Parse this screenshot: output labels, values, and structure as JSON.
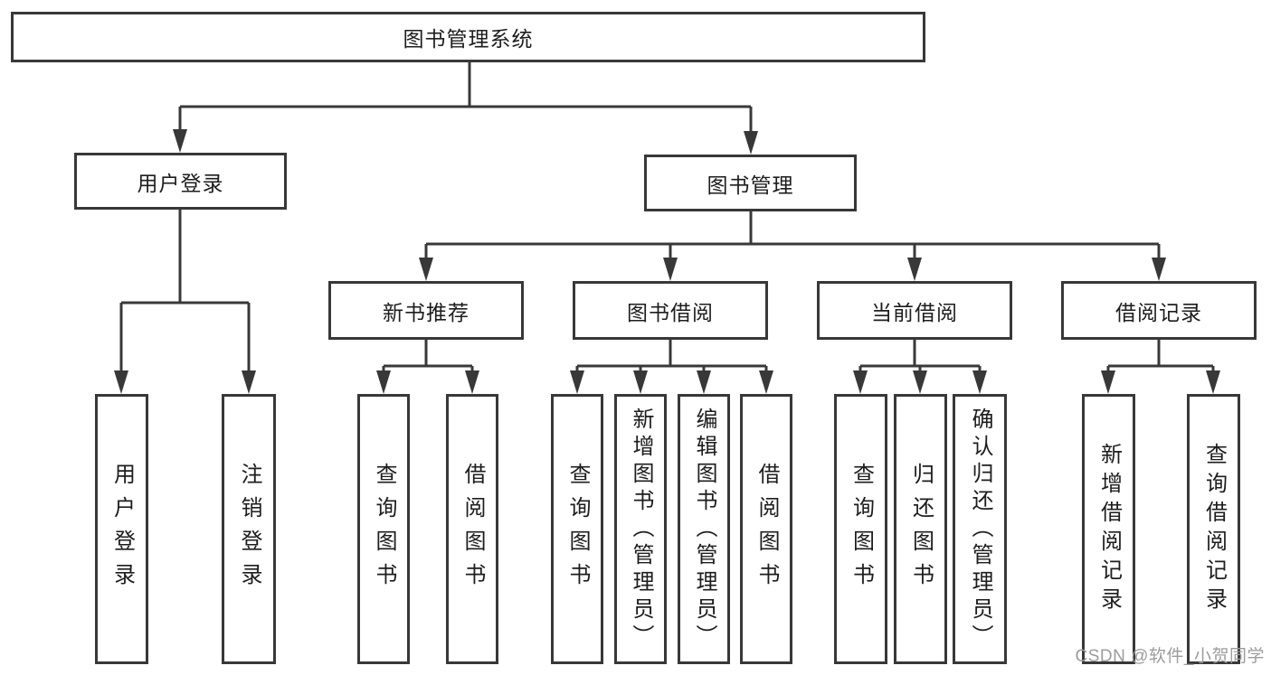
{
  "tree": {
    "root": {
      "label": "图书管理系统",
      "children": [
        {
          "label": "用户登录",
          "children": [
            {
              "label": "用户登录"
            },
            {
              "label": "注销登录"
            }
          ]
        },
        {
          "label": "图书管理",
          "children": [
            {
              "label": "新书推荐",
              "children": [
                {
                  "label": "查询图书"
                },
                {
                  "label": "借阅图书"
                }
              ]
            },
            {
              "label": "图书借阅",
              "children": [
                {
                  "label": "查询图书"
                },
                {
                  "label": "新增图书（管理员）"
                },
                {
                  "label": "编辑图书（管理员）"
                },
                {
                  "label": "借阅图书"
                }
              ]
            },
            {
              "label": "当前借阅",
              "children": [
                {
                  "label": "查询图书"
                },
                {
                  "label": "归还图书"
                },
                {
                  "label": "确认归还（管理员）"
                }
              ]
            },
            {
              "label": "借阅记录",
              "children": [
                {
                  "label": "新增借阅记录"
                },
                {
                  "label": "查询借阅记录"
                }
              ]
            }
          ]
        }
      ]
    }
  },
  "watermark": {
    "text": "CSDN @软件_小贺同学"
  },
  "colors": {
    "line": "#383838",
    "text": "#1d1d1d",
    "background": "#ffffff",
    "watermark": "#9c9c9c"
  }
}
